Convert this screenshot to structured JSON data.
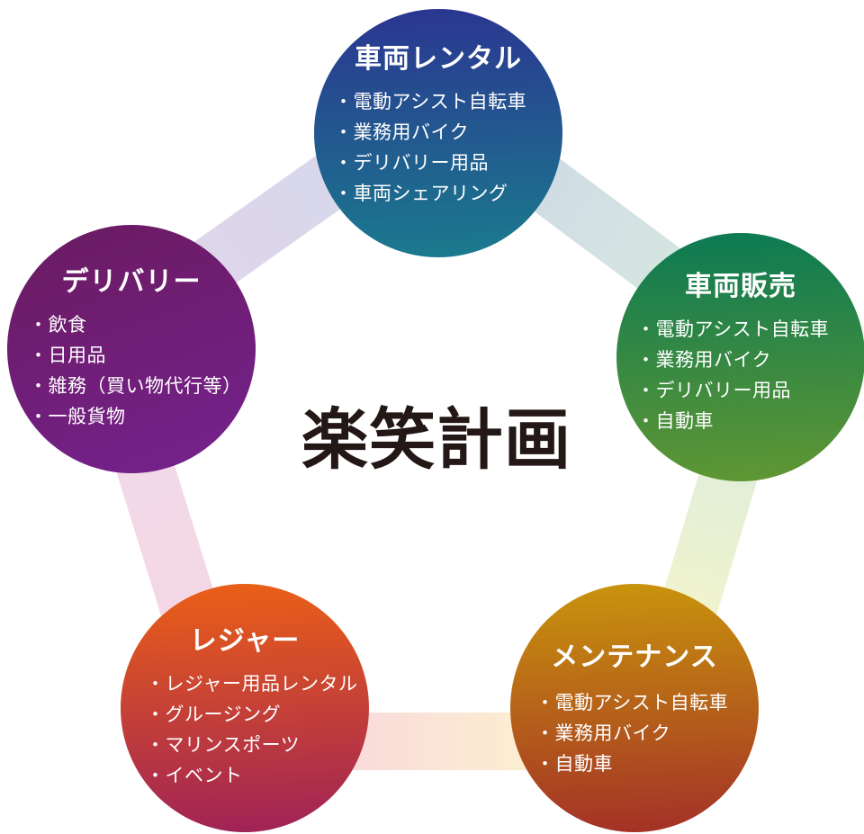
{
  "title": "楽笑計画",
  "title_color": "#231815",
  "nodes": [
    {
      "id": "vehicle-rental",
      "label": "車両レンタル",
      "items": [
        "電動アシスト自転車",
        "業務用バイク",
        "デリバリー用品",
        "車両シェアリング"
      ],
      "color_top": "#2b3590",
      "color_bottom": "#1a7b8e"
    },
    {
      "id": "vehicle-sales",
      "label": "車両販売",
      "items": [
        "電動アシスト自転車",
        "業務用バイク",
        "デリバリー用品",
        "自動車"
      ],
      "color_top": "#0c7a53",
      "color_bottom": "#609733"
    },
    {
      "id": "maintenance",
      "label": "メンテナンス",
      "items": [
        "電動アシスト自転車",
        "業務用バイク",
        "自動車"
      ],
      "color_top": "#c9950c",
      "color_bottom": "#a33027"
    },
    {
      "id": "leisure",
      "label": "レジャー",
      "items": [
        "レジャー用品レンタル",
        "グルージング",
        "マリンスポーツ",
        "イベント"
      ],
      "color_top": "#eb6016",
      "color_bottom": "#9f2257"
    },
    {
      "id": "delivery",
      "label": "デリバリー",
      "items": [
        "飲食",
        "日用品",
        "雑務（買い物代行等）",
        "一般貨物"
      ],
      "color_top": "#6b1a5f",
      "color_bottom": "#75228f"
    }
  ],
  "connectors": [
    {
      "from": "delivery",
      "to": "vehicle-rental",
      "color_from": "#e3d5e9",
      "color_to": "#d3d8ec"
    },
    {
      "from": "vehicle-rental",
      "to": "vehicle-sales",
      "color_from": "#cdd7e8",
      "color_to": "#d8eadd"
    },
    {
      "from": "vehicle-sales",
      "to": "maintenance",
      "color_from": "#d9ecdf",
      "color_to": "#f9f6c6"
    },
    {
      "from": "leisure",
      "to": "maintenance",
      "color_from": "#f8d0e2",
      "color_to": "#fdf9ca"
    },
    {
      "from": "delivery",
      "to": "leisure",
      "color_from": "#efdbe9",
      "color_to": "#f7d5e3"
    }
  ]
}
